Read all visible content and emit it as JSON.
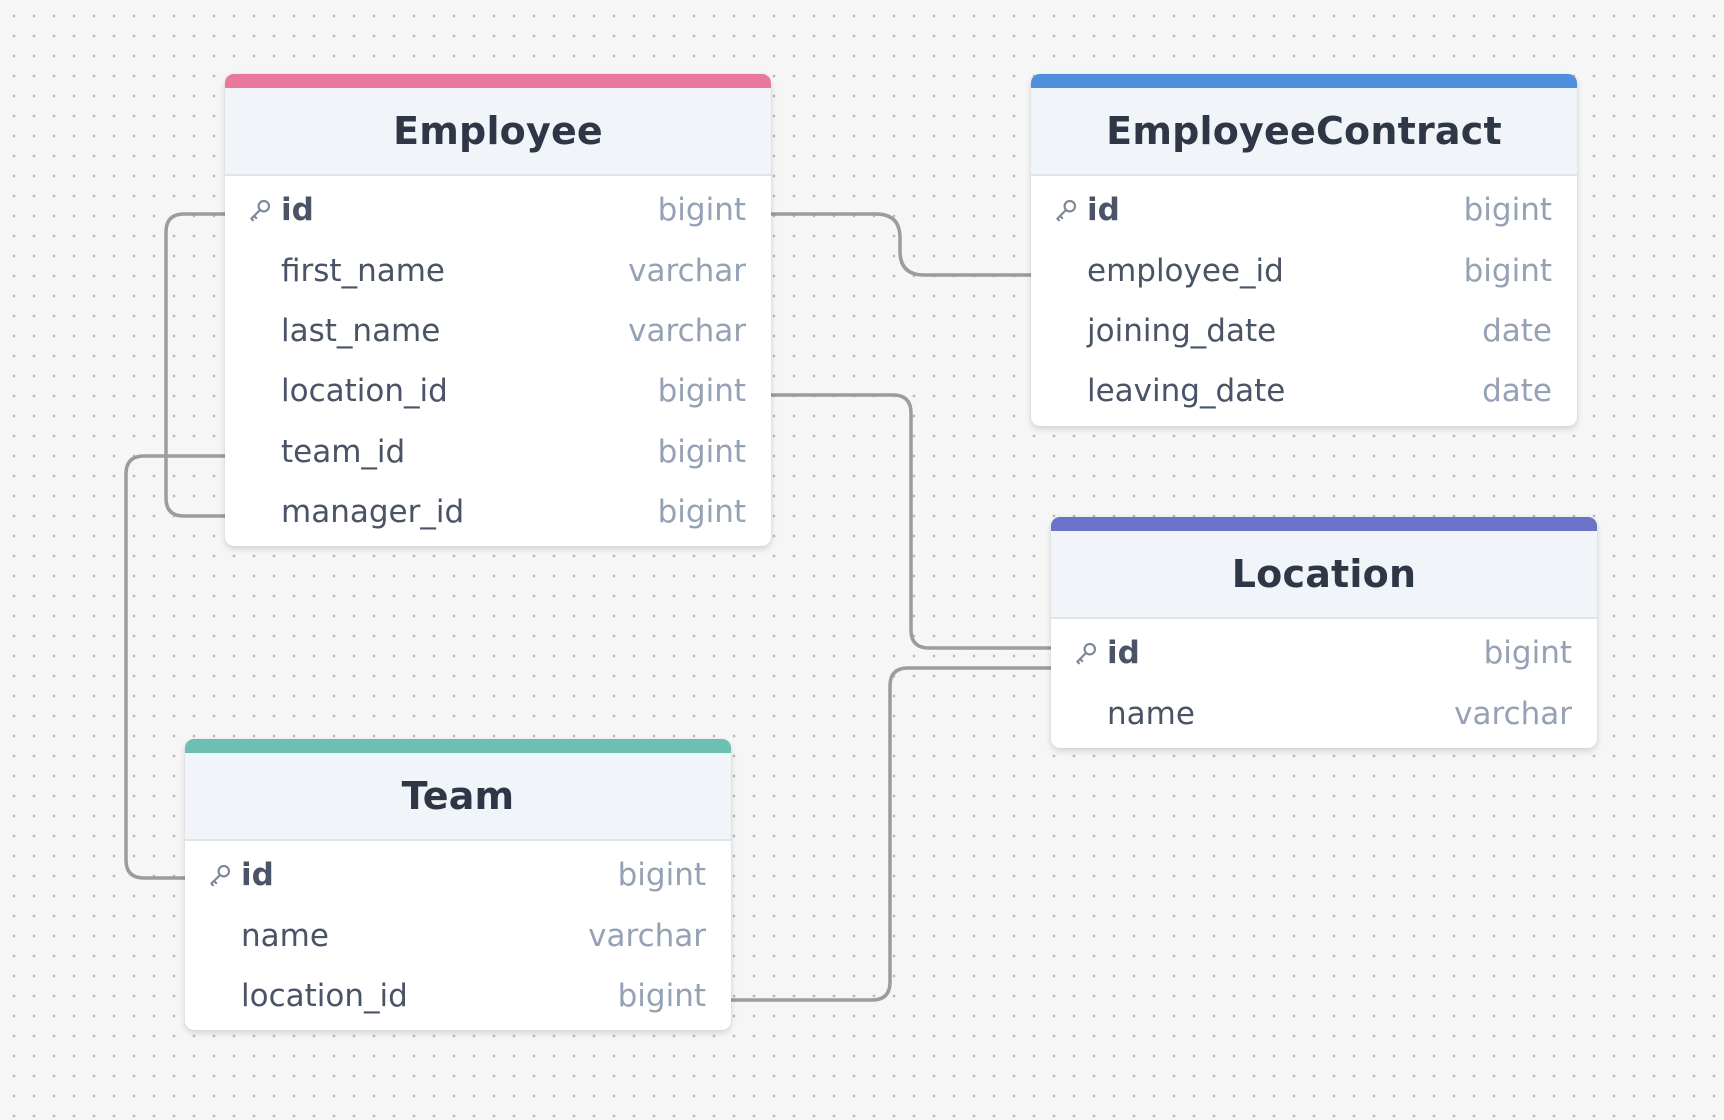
{
  "diagram": {
    "colors": {
      "background": "#f6f6f6",
      "connector": "#9c9c9c",
      "employee_accent": "#e8799c",
      "contract_accent": "#4f8fdc",
      "location_accent": "#6b73c9",
      "team_accent": "#6dbfb3"
    },
    "tables": {
      "employee": {
        "title": "Employee",
        "accent": "#e8799c",
        "columns": [
          {
            "name": "id",
            "type": "bigint",
            "primary_key": true,
            "icon": "key-icon"
          },
          {
            "name": "first_name",
            "type": "varchar"
          },
          {
            "name": "last_name",
            "type": "varchar"
          },
          {
            "name": "location_id",
            "type": "bigint"
          },
          {
            "name": "team_id",
            "type": "bigint"
          },
          {
            "name": "manager_id",
            "type": "bigint"
          }
        ]
      },
      "employee_contract": {
        "title": "EmployeeContract",
        "accent": "#4f8fdc",
        "columns": [
          {
            "name": "id",
            "type": "bigint",
            "primary_key": true,
            "icon": "key-icon"
          },
          {
            "name": "employee_id",
            "type": "bigint"
          },
          {
            "name": "joining_date",
            "type": "date"
          },
          {
            "name": "leaving_date",
            "type": "date"
          }
        ]
      },
      "location": {
        "title": "Location",
        "accent": "#6b73c9",
        "columns": [
          {
            "name": "id",
            "type": "bigint",
            "primary_key": true,
            "icon": "key-icon"
          },
          {
            "name": "name",
            "type": "varchar"
          }
        ]
      },
      "team": {
        "title": "Team",
        "accent": "#6dbfb3",
        "columns": [
          {
            "name": "id",
            "type": "bigint",
            "primary_key": true,
            "icon": "key-icon"
          },
          {
            "name": "name",
            "type": "varchar"
          },
          {
            "name": "location_id",
            "type": "bigint"
          }
        ]
      }
    },
    "relationships": [
      {
        "from": "Employee.id",
        "to": "EmployeeContract.employee_id"
      },
      {
        "from": "Employee.id",
        "to": "Employee.manager_id"
      },
      {
        "from": "Employee.team_id",
        "to": "Team.id"
      },
      {
        "from": "Employee.location_id",
        "to": "Location.id"
      },
      {
        "from": "Team.location_id",
        "to": "Location.id"
      }
    ]
  }
}
